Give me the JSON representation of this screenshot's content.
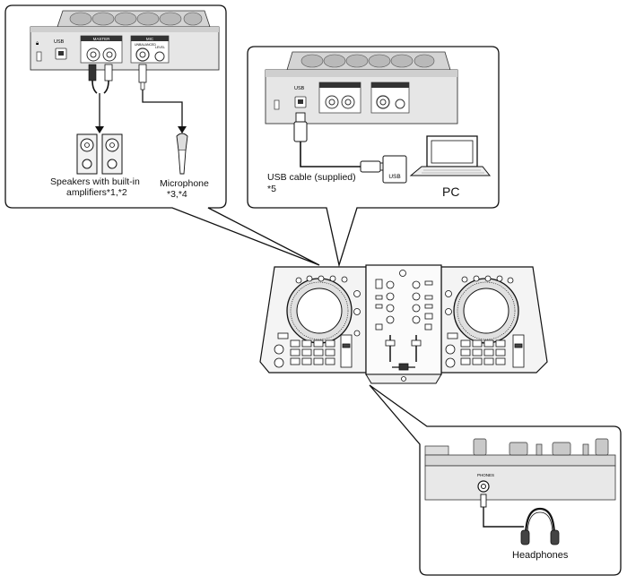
{
  "callouts": {
    "speakers": {
      "line1": "Speakers with built-in",
      "line2": "amplifiers*1,*2"
    },
    "microphone": {
      "line1": "Microphone",
      "line2": "*3,*4"
    },
    "usb_cable": {
      "line1": "USB cable (supplied)",
      "line2": "*5"
    },
    "pc": "PC",
    "usb_plug": "USB",
    "headphones": "Headphones"
  },
  "panel_labels": {
    "usb": "USB",
    "master": "MASTER",
    "mic": "MIC",
    "unbalanced": "UNBALANCED",
    "level": "LEVEL",
    "phones": "PHONES"
  }
}
